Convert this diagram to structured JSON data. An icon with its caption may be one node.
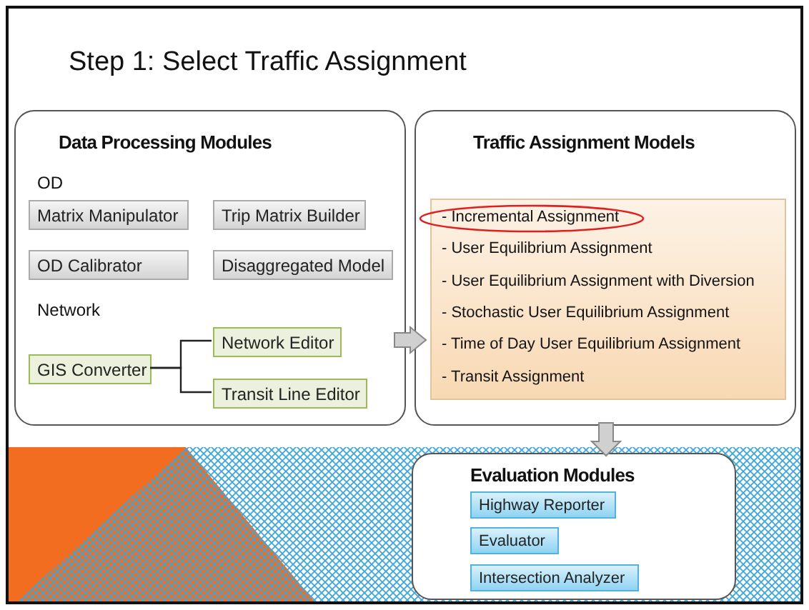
{
  "diagram": {
    "title": "Step 1: Select Traffic Assignment",
    "nodes": [
      {
        "text": [
          "Data Processing Modules",
          "OD",
          "Network"
        ]
      },
      {
        "text": [
          "Matrix Manipulator"
        ],
        "in": 0
      },
      {
        "text": [
          "Trip Matrix Builder"
        ],
        "in": 0
      },
      {
        "text": [
          "OD Calibrator"
        ],
        "in": 0
      },
      {
        "text": [
          "Disaggregated Model"
        ],
        "in": 0
      },
      {
        "text": [
          "GIS Converter"
        ],
        "in": 0
      },
      {
        "text": [
          "Network Editor"
        ],
        "in": 0
      },
      {
        "text": [
          "Transit Line Editor"
        ],
        "in": 0
      },
      {
        "text": [
          "Traffic Assignment Models"
        ]
      },
      {
        "text": [
          "- Incremental Assignment",
          "- User Equilibrium Assignment",
          "- User Equilibrium Assignment with Diversion",
          "- Stochastic User Equilibrium Assignment",
          "- Time of Day User Equilibrium Assignment",
          "- Transit Assignment"
        ],
        "in": 8
      },
      {
        "text": [
          "Evaluation Modules"
        ]
      },
      {
        "text": [
          "Highway Reporter"
        ],
        "in": 10
      },
      {
        "text": [
          "Evaluator"
        ],
        "in": 10
      },
      {
        "text": [
          "Intersection Analyzer"
        ],
        "in": 10
      }
    ],
    "edges": [
      {
        "from": 5,
        "to": 6,
        "arrow": "none"
      },
      {
        "from": 5,
        "to": 7,
        "arrow": "none"
      },
      {
        "from": 0,
        "to": 8,
        "arrow": "to",
        "style": "thick"
      },
      {
        "from": 8,
        "to": 10,
        "arrow": "to",
        "style": "thick"
      }
    ]
  }
}
